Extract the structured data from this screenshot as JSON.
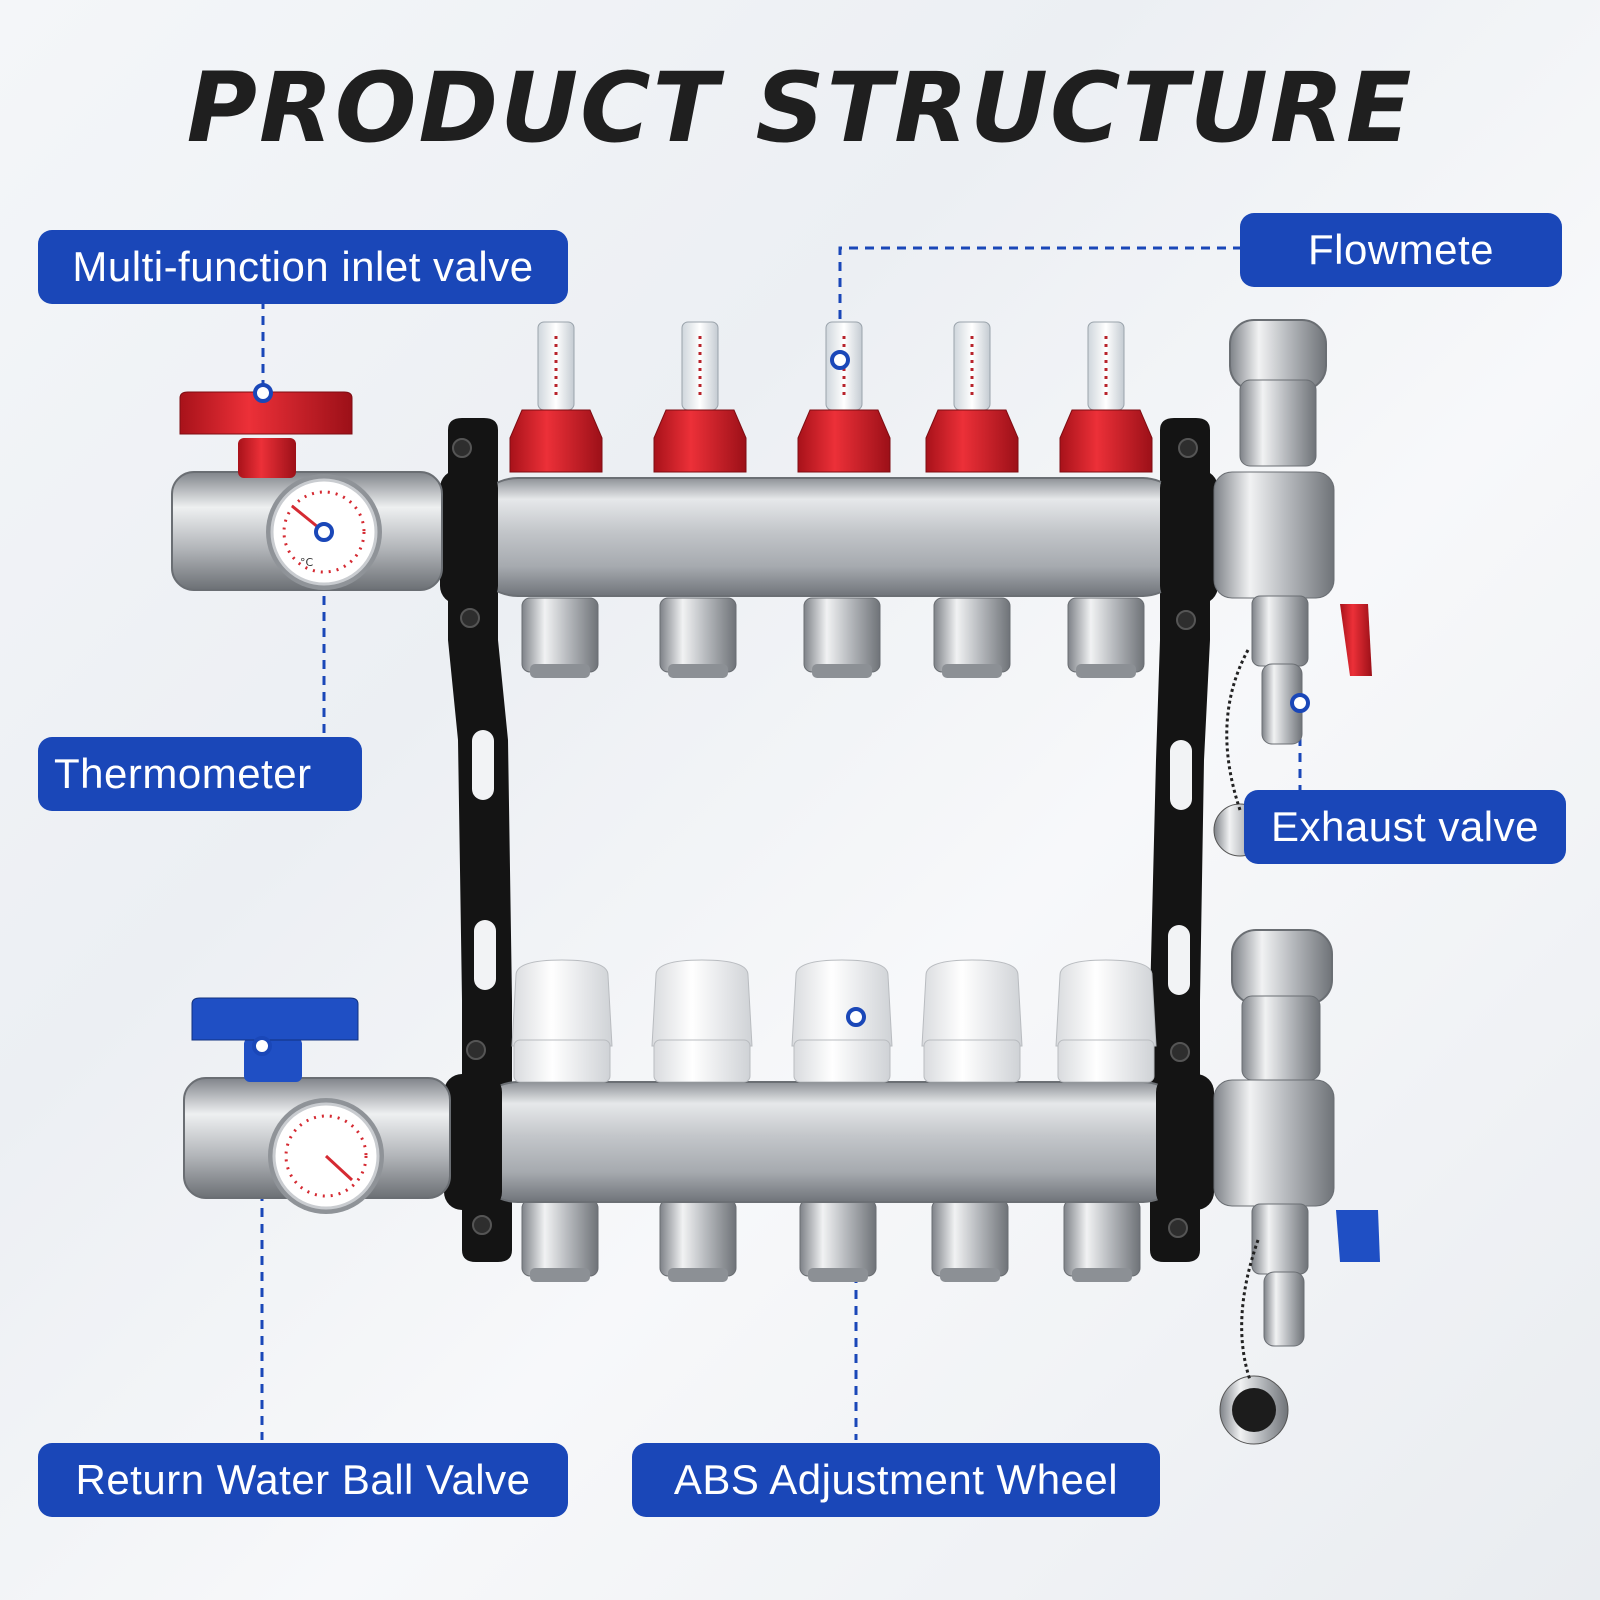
{
  "title": "PRODUCT STRUCTURE",
  "colors": {
    "callout_bg": "#1a47b8",
    "leader_line": "#1a47b8",
    "inlet_handle": "#d9202a",
    "flowmeter_collar": "#e0262f",
    "return_handle": "#1f4fc4",
    "adjustment_wheel": "#f7f7f7",
    "bracket": "#141414",
    "steel": "#c9ccd0"
  },
  "callouts": {
    "multi_function_inlet_valve": "Multi-function inlet valve",
    "flowmeter": "Flowmete",
    "thermometer": "Thermometer",
    "exhaust_valve": "Exhaust valve",
    "return_water_ball_valve": "Return Water Ball Valve",
    "abs_adjustment_wheel": "ABS Adjustment Wheel"
  },
  "product": {
    "loops": 5,
    "top_bar_parts": [
      "flowmeter",
      "flowmeter",
      "flowmeter",
      "flowmeter",
      "flowmeter"
    ],
    "bottom_bar_parts": [
      "adjustment-wheel",
      "adjustment-wheel",
      "adjustment-wheel",
      "adjustment-wheel",
      "adjustment-wheel"
    ],
    "thermometer_unit": "°C"
  }
}
